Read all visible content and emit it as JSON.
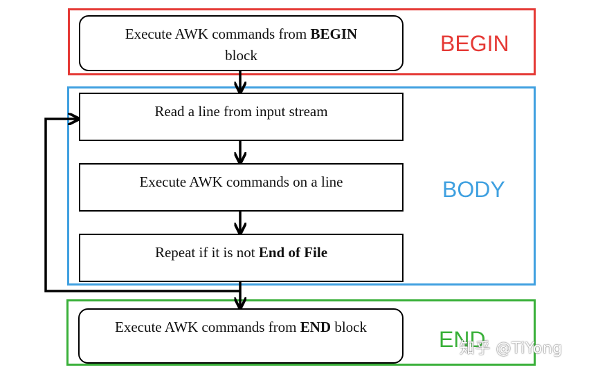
{
  "sections": {
    "begin": {
      "label": "BEGIN",
      "color": "#e53935"
    },
    "body": {
      "label": "BODY",
      "color": "#3fa0e0"
    },
    "end": {
      "label": "END",
      "color": "#39b039"
    }
  },
  "boxes": {
    "begin": {
      "pre": "Execute AWK commands from ",
      "bold": "BEGIN",
      "post": "block"
    },
    "read": {
      "text": "Read a line from input stream"
    },
    "exec": {
      "text": "Execute AWK commands on a line"
    },
    "repeat": {
      "pre": "Repeat if it is not ",
      "bold": "End of File"
    },
    "end": {
      "pre": "Execute AWK commands from ",
      "bold": "END",
      "post": " block"
    }
  },
  "watermark": "知乎 @TiYong"
}
